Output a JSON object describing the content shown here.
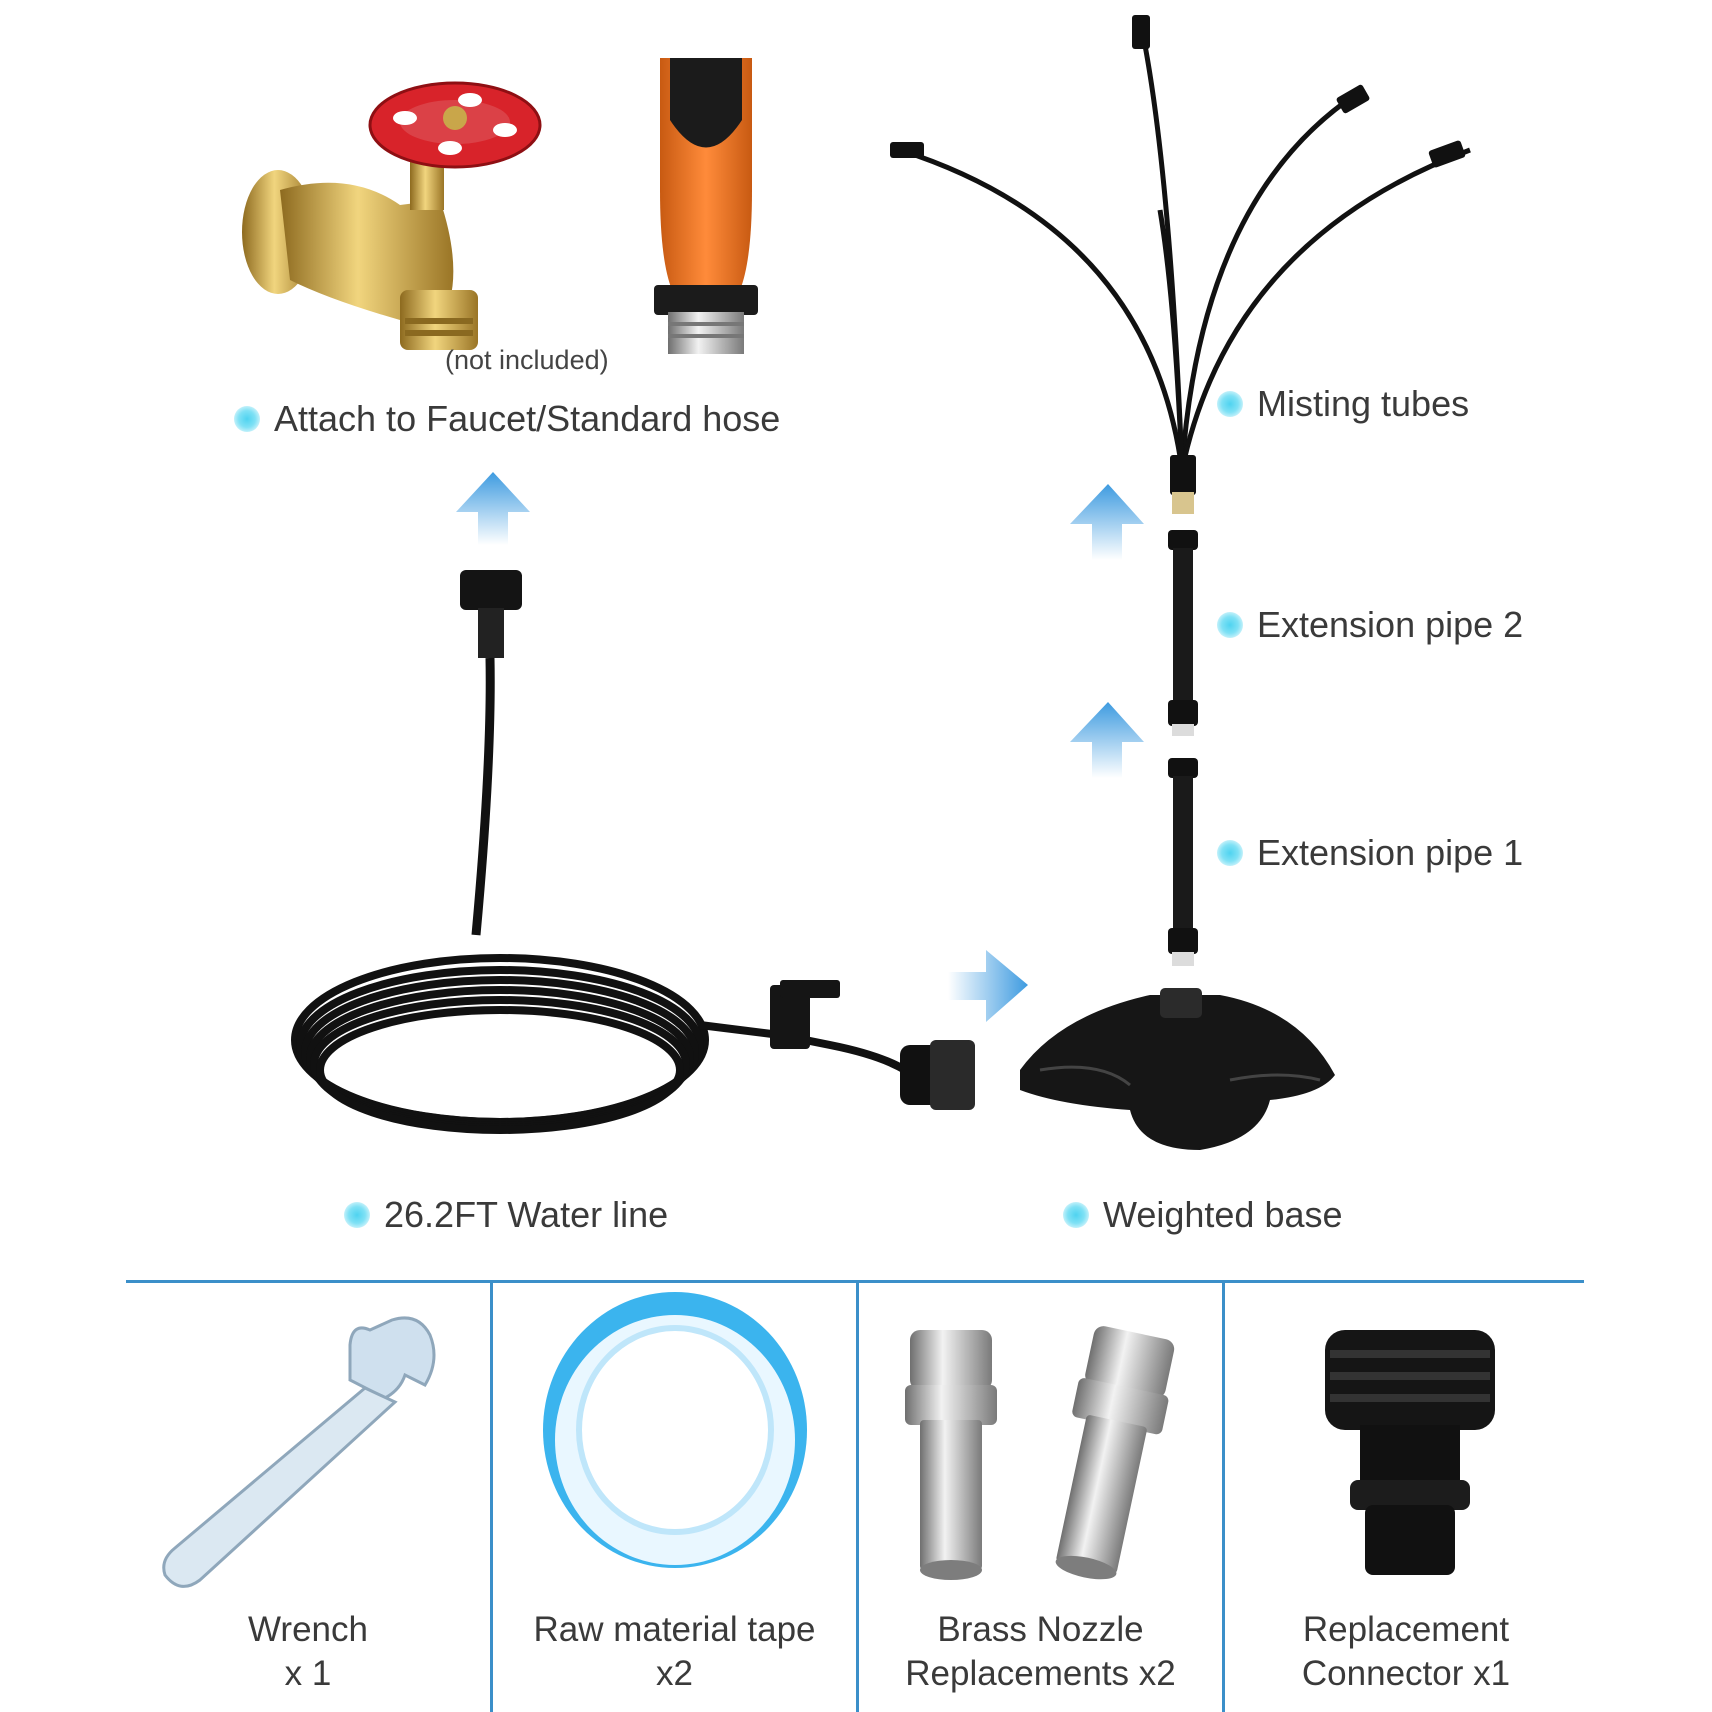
{
  "labels": {
    "faucet": "Attach to Faucet/Standard hose",
    "not_included": "(not included)",
    "misting_tubes": "Misting tubes",
    "extension_pipe_2": "Extension pipe 2",
    "extension_pipe_1": "Extension pipe 1",
    "water_line": "26.2FT Water line",
    "weighted_base": "Weighted base"
  },
  "accessories": [
    {
      "line1": "Wrench",
      "line2": "x 1",
      "icon": "wrench-icon"
    },
    {
      "line1": "Raw material tape",
      "line2": "x2",
      "icon": "tape-roll-icon"
    },
    {
      "line1": "Brass Nozzle",
      "line2": "Replacements x2",
      "icon": "brass-nozzle-icon"
    },
    {
      "line1": "Replacement",
      "line2": "Connector x1",
      "icon": "hose-connector-icon"
    }
  ],
  "colors": {
    "bullet": "#4fd3f0",
    "arrow": "#3e9be0",
    "divider": "#3b8fc9",
    "tube": "#111111",
    "brass": "#c9a64a",
    "valve_handle": "#d8232a",
    "adapter_orange": "#ee7a2c",
    "tape_blue": "#3bb4ee"
  }
}
